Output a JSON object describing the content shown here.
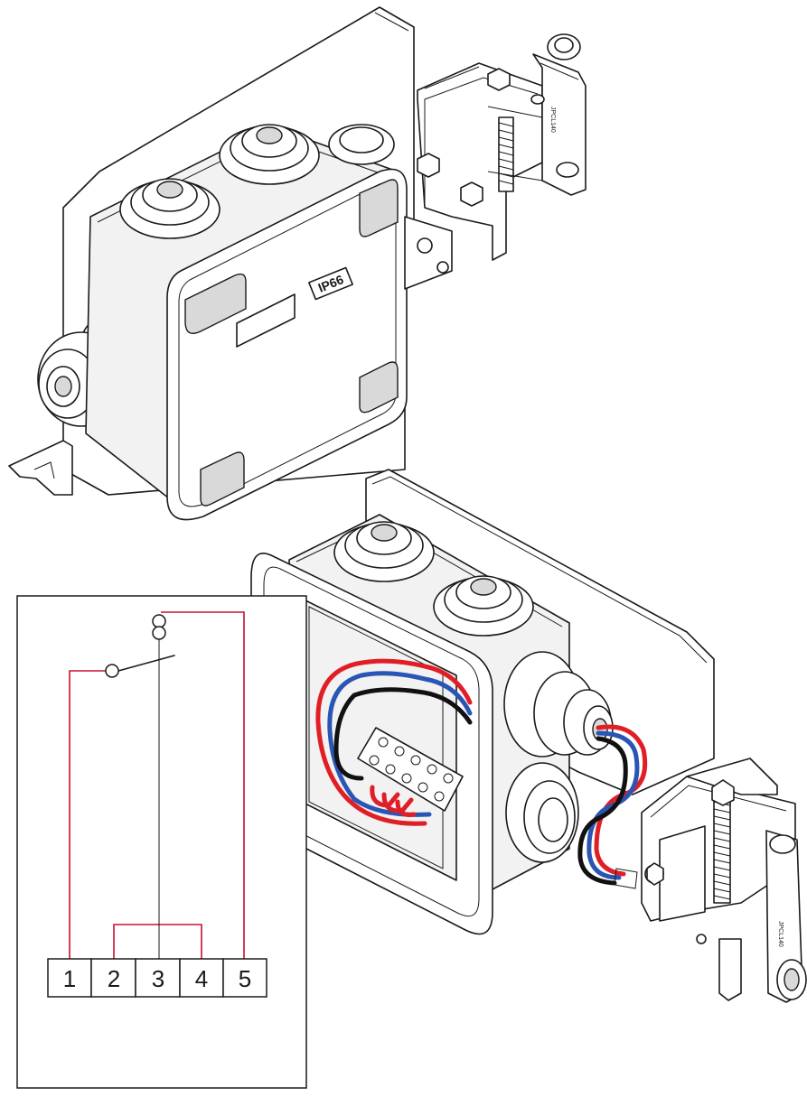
{
  "top_assembly": {
    "rating_label": "IP66",
    "clamp_label": "JPCL140"
  },
  "bottom_assembly": {
    "wire_colors": {
      "red": "#e01e26",
      "blue": "#2a55b5",
      "black": "#111111"
    },
    "clamp_label": "JPCL140"
  },
  "schematic": {
    "wire_color": "#c8102e",
    "terminals": [
      "1",
      "2",
      "3",
      "4",
      "5"
    ]
  }
}
